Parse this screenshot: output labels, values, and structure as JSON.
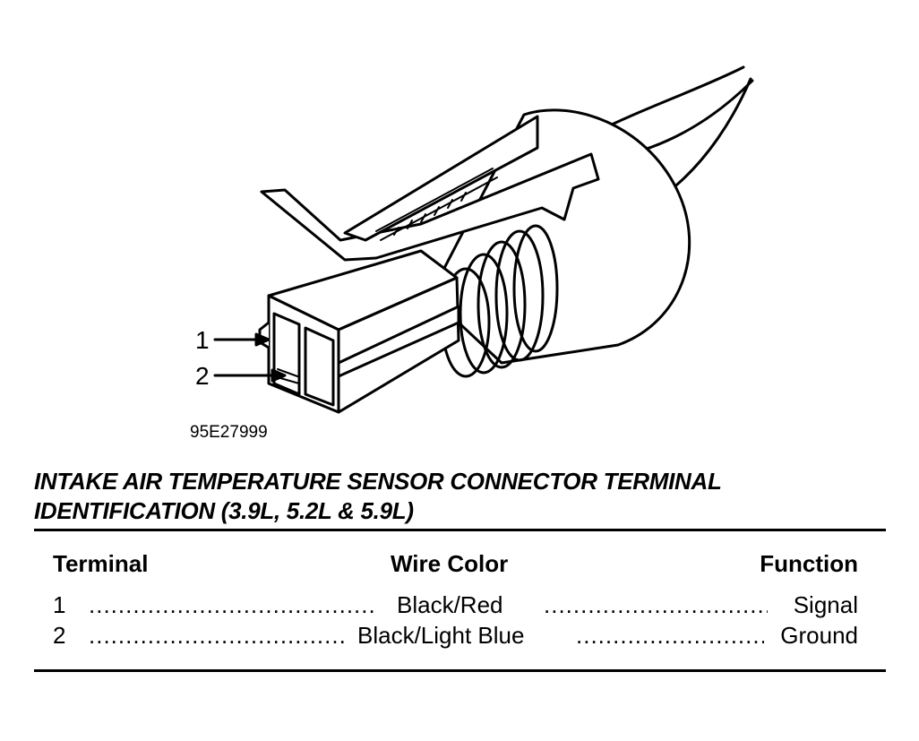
{
  "diagram": {
    "terminal_labels": [
      "1",
      "2"
    ],
    "figure_id": "95E27999"
  },
  "caption": {
    "line1": "INTAKE AIR TEMPERATURE SENSOR CONNECTOR TERMINAL",
    "line2": "IDENTIFICATION (3.9L, 5.2L & 5.9L)"
  },
  "table": {
    "headers": {
      "terminal": "Terminal",
      "wire_color": "Wire Color",
      "function": "Function"
    },
    "rows": [
      {
        "terminal": "1",
        "wire_color": "Black/Red",
        "function": "Signal"
      },
      {
        "terminal": "2",
        "wire_color": "Black/Light Blue",
        "function": "Ground"
      }
    ],
    "leader": "....................................................................."
  }
}
